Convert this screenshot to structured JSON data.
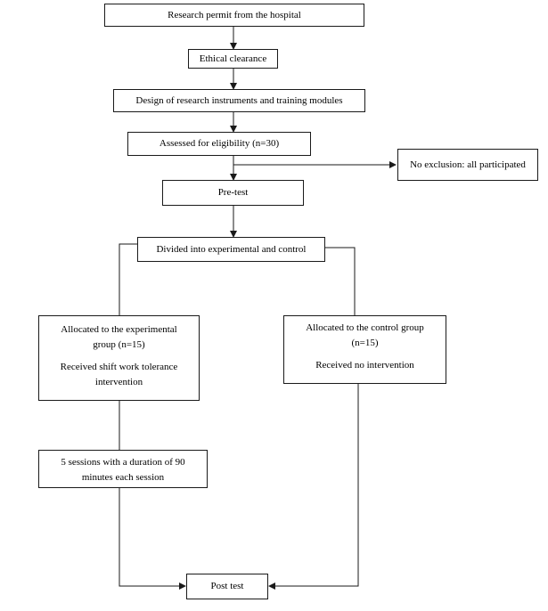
{
  "boxes": {
    "permit": "Research permit from the hospital",
    "ethics": "Ethical clearance",
    "design": "Design of research instruments and training modules",
    "eligibility": "Assessed for eligibility (n=30)",
    "exclusion": "No exclusion: all participated",
    "pretest": "Pre-test",
    "divided": "Divided into experimental and control",
    "experimental": {
      "line1": "Allocated to the experimental",
      "line2": "group (n=15)",
      "line3": "Received shift work tolerance",
      "line4": "intervention"
    },
    "control": {
      "line1": "Allocated to the control group",
      "line2": "(n=15)",
      "line3": "Received no intervention"
    },
    "sessions": {
      "line1": "5 sessions with a duration of 90",
      "line2": "minutes each session"
    },
    "posttest": "Post test"
  }
}
